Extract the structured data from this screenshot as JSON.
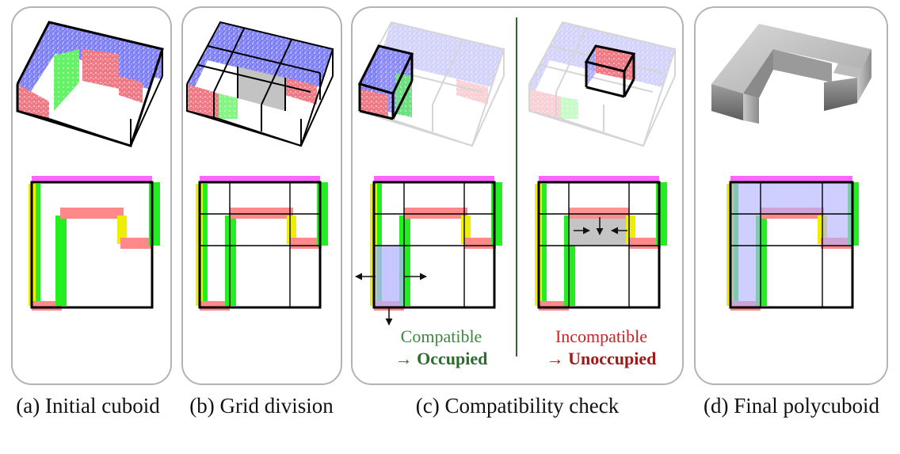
{
  "captions": {
    "a": "(a) Initial cuboid",
    "b": "(b) Grid division",
    "c": "(c) Compatibility check",
    "d": "(d) Final polycuboid"
  },
  "notes": {
    "compatible": "Compatible",
    "occupied": "→ Occupied",
    "incompatible": "Incompatible",
    "unoccupied": "→ Unoccupied"
  },
  "colors": {
    "compatible_text": "#3a8a3a",
    "occupied_text": "#2d6a2d",
    "incompatible_text": "#cc2222",
    "unoccupied_text": "#a01818",
    "face_blue": "#8f8fff",
    "face_red": "#f08080",
    "face_green": "#66ff66",
    "magenta": "#ff66ff",
    "yellow": "#eeee00",
    "green": "#22ee22",
    "salmon": "#ff8888"
  }
}
